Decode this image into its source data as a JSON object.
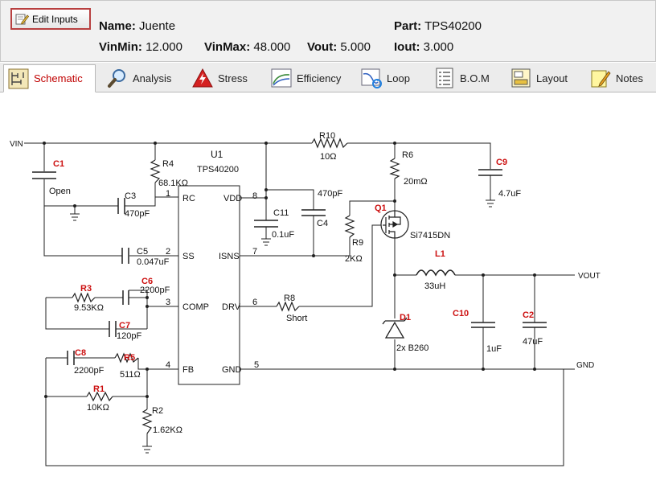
{
  "header": {
    "edit_button_label": "Edit Inputs",
    "name_label": "Name:",
    "name_value": "Juente",
    "part_label": "Part:",
    "part_value": "TPS40200",
    "vinmin_label": "VinMin:",
    "vinmin_value": "12.000",
    "vinmax_label": "VinMax:",
    "vinmax_value": "48.000",
    "vout_label": "Vout:",
    "vout_value": "5.000",
    "iout_label": "Iout:",
    "iout_value": "3.000"
  },
  "tabs": [
    {
      "label": "Schematic",
      "icon": "schematic-icon",
      "active": true
    },
    {
      "label": "Analysis",
      "icon": "magnifier-icon",
      "active": false
    },
    {
      "label": "Stress",
      "icon": "lightning-warning-icon",
      "active": false
    },
    {
      "label": "Efficiency",
      "icon": "efficiency-curve-icon",
      "active": false
    },
    {
      "label": "Loop",
      "icon": "loop-chart-icon",
      "active": false
    },
    {
      "label": "B.O.M",
      "icon": "bom-list-icon",
      "active": false
    },
    {
      "label": "Layout",
      "icon": "layout-icon",
      "active": false
    },
    {
      "label": "Notes",
      "icon": "notepad-icon",
      "active": false
    }
  ],
  "schematic": {
    "colors": {
      "wire": "#202020",
      "ref_red": "#cc1010",
      "active_tab": "#c00000"
    },
    "nets": {
      "vin": "VIN",
      "vout": "VOUT",
      "gnd": "GND"
    },
    "ic": {
      "ref": "U1",
      "part": "TPS40200",
      "pins": [
        {
          "num": "1",
          "name": "RC"
        },
        {
          "num": "2",
          "name": "SS"
        },
        {
          "num": "3",
          "name": "COMP"
        },
        {
          "num": "4",
          "name": "FB"
        },
        {
          "num": "8",
          "name": "VDD"
        },
        {
          "num": "7",
          "name": "ISNS"
        },
        {
          "num": "6",
          "name": "DRV"
        },
        {
          "num": "5",
          "name": "GND"
        }
      ]
    },
    "components": {
      "c1": {
        "ref": "C1",
        "value": "Open"
      },
      "c2": {
        "ref": "C2",
        "value": "47uF"
      },
      "c3": {
        "ref": "C3",
        "value": "470pF"
      },
      "c4": {
        "ref": "C4",
        "value": "470pF"
      },
      "c5": {
        "ref": "C5",
        "value": "0.047uF"
      },
      "c6": {
        "ref": "C6",
        "value": "2200pF"
      },
      "c7": {
        "ref": "C7",
        "value": "120pF"
      },
      "c8": {
        "ref": "C8",
        "value": "2200pF"
      },
      "c9": {
        "ref": "C9",
        "value": "4.7uF"
      },
      "c10": {
        "ref": "C10",
        "value": "1uF"
      },
      "c11": {
        "ref": "C11",
        "value": "0.1uF"
      },
      "r1": {
        "ref": "R1",
        "value": "10KΩ"
      },
      "r2": {
        "ref": "R2",
        "value": "1.62KΩ"
      },
      "r3": {
        "ref": "R3",
        "value": "9.53KΩ"
      },
      "r4": {
        "ref": "R4",
        "value": "68.1KΩ"
      },
      "r5": {
        "ref": "R5",
        "value": "511Ω"
      },
      "r6": {
        "ref": "R6",
        "value": "20mΩ"
      },
      "r8": {
        "ref": "R8",
        "value": "Short"
      },
      "r9": {
        "ref": "R9",
        "value": "2KΩ"
      },
      "r10": {
        "ref": "R10",
        "value": "10Ω"
      },
      "l1": {
        "ref": "L1",
        "value": "33uH"
      },
      "d1": {
        "ref": "D1",
        "value": "2x B260"
      },
      "q1": {
        "ref": "Q1",
        "value": "Si7415DN"
      }
    }
  }
}
